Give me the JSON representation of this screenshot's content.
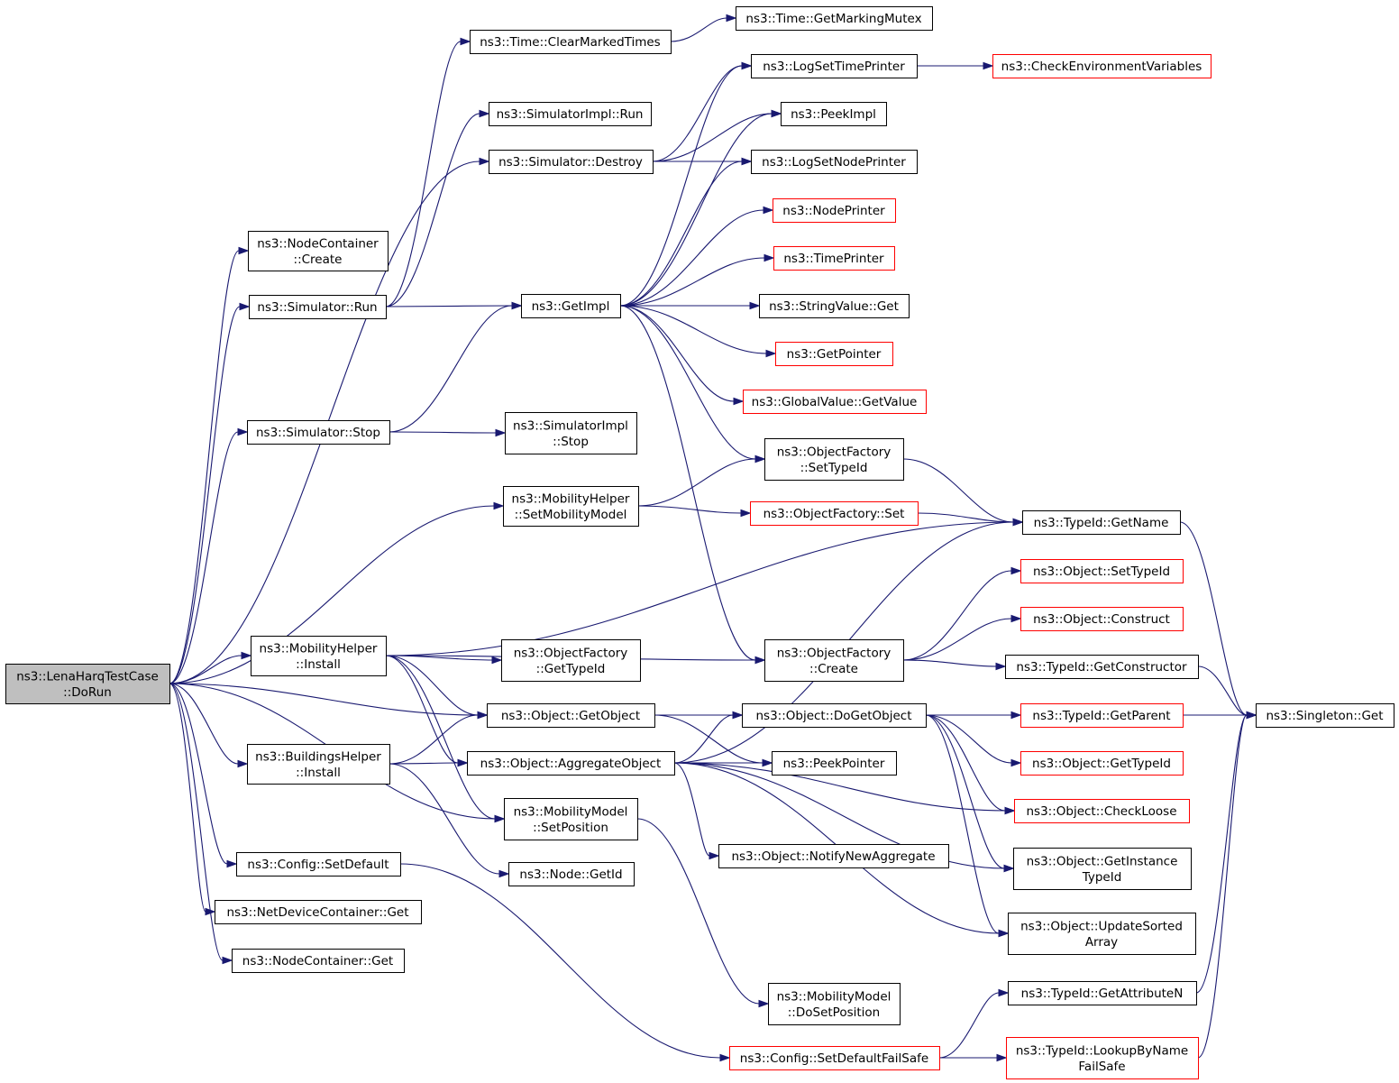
{
  "colors": {
    "edge": "#191970",
    "border_normal": "#000000",
    "border_truncated": "#ff0000",
    "root_fill": "#bfbfbf",
    "node_fill": "#ffffff"
  },
  "nodes": [
    {
      "id": "dorun",
      "lines": [
        "ns3::LenaHarqTestCase",
        "::DoRun"
      ],
      "root": true
    },
    {
      "id": "nc_create",
      "lines": [
        "ns3::NodeContainer",
        "::Create"
      ]
    },
    {
      "id": "sim_run",
      "lines": [
        "ns3::Simulator::Run"
      ]
    },
    {
      "id": "sim_stop",
      "lines": [
        "ns3::Simulator::Stop"
      ]
    },
    {
      "id": "mh_install",
      "lines": [
        "ns3::MobilityHelper",
        "::Install"
      ]
    },
    {
      "id": "bh_install",
      "lines": [
        "ns3::BuildingsHelper",
        "::Install"
      ]
    },
    {
      "id": "cfg_setdefault",
      "lines": [
        "ns3::Config::SetDefault"
      ]
    },
    {
      "id": "ndc_get",
      "lines": [
        "ns3::NetDeviceContainer::Get"
      ]
    },
    {
      "id": "nc_get",
      "lines": [
        "ns3::NodeContainer::Get"
      ]
    },
    {
      "id": "time_clear",
      "lines": [
        "ns3::Time::ClearMarkedTimes"
      ]
    },
    {
      "id": "simimpl_run",
      "lines": [
        "ns3::SimulatorImpl::Run"
      ]
    },
    {
      "id": "sim_destroy",
      "lines": [
        "ns3::Simulator::Destroy"
      ]
    },
    {
      "id": "getimpl",
      "lines": [
        "ns3::GetImpl"
      ]
    },
    {
      "id": "simimpl_stop",
      "lines": [
        "ns3::SimulatorImpl",
        "::Stop"
      ]
    },
    {
      "id": "mh_setmob",
      "lines": [
        "ns3::MobilityHelper",
        "::SetMobilityModel"
      ]
    },
    {
      "id": "of_gettypeid",
      "lines": [
        "ns3::ObjectFactory",
        "::GetTypeId"
      ]
    },
    {
      "id": "obj_getobject",
      "lines": [
        "ns3::Object::GetObject"
      ]
    },
    {
      "id": "obj_aggregate",
      "lines": [
        "ns3::Object::AggregateObject"
      ]
    },
    {
      "id": "mm_setpos",
      "lines": [
        "ns3::MobilityModel",
        "::SetPosition"
      ]
    },
    {
      "id": "node_getid",
      "lines": [
        "ns3::Node::GetId"
      ]
    },
    {
      "id": "time_getmutex",
      "lines": [
        "ns3::Time::GetMarkingMutex"
      ]
    },
    {
      "id": "log_settime",
      "lines": [
        "ns3::LogSetTimePrinter"
      ]
    },
    {
      "id": "peekimpl",
      "lines": [
        "ns3::PeekImpl"
      ]
    },
    {
      "id": "log_setnode",
      "lines": [
        "ns3::LogSetNodePrinter"
      ]
    },
    {
      "id": "nodeprinter",
      "lines": [
        "ns3::NodePrinter"
      ],
      "truncated": true
    },
    {
      "id": "timeprinter",
      "lines": [
        "ns3::TimePrinter"
      ],
      "truncated": true
    },
    {
      "id": "strval_get",
      "lines": [
        "ns3::StringValue::Get"
      ]
    },
    {
      "id": "getpointer",
      "lines": [
        "ns3::GetPointer"
      ],
      "truncated": true
    },
    {
      "id": "gv_getvalue",
      "lines": [
        "ns3::GlobalValue::GetValue"
      ],
      "truncated": true
    },
    {
      "id": "of_settypeid",
      "lines": [
        "ns3::ObjectFactory",
        "::SetTypeId"
      ]
    },
    {
      "id": "of_set",
      "lines": [
        "ns3::ObjectFactory::Set"
      ],
      "truncated": true
    },
    {
      "id": "of_create",
      "lines": [
        "ns3::ObjectFactory",
        "::Create"
      ]
    },
    {
      "id": "obj_dogetobject",
      "lines": [
        "ns3::Object::DoGetObject"
      ]
    },
    {
      "id": "peekpointer",
      "lines": [
        "ns3::PeekPointer"
      ]
    },
    {
      "id": "obj_notify",
      "lines": [
        "ns3::Object::NotifyNewAggregate"
      ]
    },
    {
      "id": "mm_dosetpos",
      "lines": [
        "ns3::MobilityModel",
        "::DoSetPosition"
      ]
    },
    {
      "id": "cfg_failsafe",
      "lines": [
        "ns3::Config::SetDefaultFailSafe"
      ],
      "truncated": true
    },
    {
      "id": "check_env",
      "lines": [
        "ns3::CheckEnvironmentVariables"
      ],
      "truncated": true
    },
    {
      "id": "tid_getname",
      "lines": [
        "ns3::TypeId::GetName"
      ]
    },
    {
      "id": "obj_settypeid",
      "lines": [
        "ns3::Object::SetTypeId"
      ],
      "truncated": true
    },
    {
      "id": "obj_construct",
      "lines": [
        "ns3::Object::Construct"
      ],
      "truncated": true
    },
    {
      "id": "tid_getctor",
      "lines": [
        "ns3::TypeId::GetConstructor"
      ]
    },
    {
      "id": "tid_getparent",
      "lines": [
        "ns3::TypeId::GetParent"
      ],
      "truncated": true
    },
    {
      "id": "obj_gettypeid",
      "lines": [
        "ns3::Object::GetTypeId"
      ],
      "truncated": true
    },
    {
      "id": "obj_checkloose",
      "lines": [
        "ns3::Object::CheckLoose"
      ],
      "truncated": true
    },
    {
      "id": "obj_getinst",
      "lines": [
        "ns3::Object::GetInstance",
        "TypeId"
      ]
    },
    {
      "id": "obj_updsorted",
      "lines": [
        "ns3::Object::UpdateSorted",
        "Array"
      ]
    },
    {
      "id": "tid_getattrn",
      "lines": [
        "ns3::TypeId::GetAttributeN"
      ]
    },
    {
      "id": "tid_lookup",
      "lines": [
        "ns3::TypeId::LookupByName",
        "FailSafe"
      ],
      "truncated": true
    },
    {
      "id": "singleton_get",
      "lines": [
        "ns3::Singleton::Get"
      ]
    }
  ],
  "edges": [
    [
      "dorun",
      "nc_create"
    ],
    [
      "dorun",
      "sim_run"
    ],
    [
      "dorun",
      "sim_destroy"
    ],
    [
      "dorun",
      "sim_stop"
    ],
    [
      "dorun",
      "mh_setmob"
    ],
    [
      "dorun",
      "mh_install"
    ],
    [
      "dorun",
      "obj_getobject"
    ],
    [
      "dorun",
      "bh_install"
    ],
    [
      "dorun",
      "mm_setpos"
    ],
    [
      "dorun",
      "cfg_setdefault"
    ],
    [
      "dorun",
      "ndc_get"
    ],
    [
      "dorun",
      "nc_get"
    ],
    [
      "sim_run",
      "time_clear"
    ],
    [
      "sim_run",
      "simimpl_run"
    ],
    [
      "sim_run",
      "getimpl"
    ],
    [
      "time_clear",
      "time_getmutex"
    ],
    [
      "sim_destroy",
      "log_settime"
    ],
    [
      "sim_destroy",
      "peekimpl"
    ],
    [
      "sim_destroy",
      "log_setnode"
    ],
    [
      "sim_stop",
      "getimpl"
    ],
    [
      "sim_stop",
      "simimpl_stop"
    ],
    [
      "getimpl",
      "log_settime"
    ],
    [
      "getimpl",
      "peekimpl"
    ],
    [
      "getimpl",
      "log_setnode"
    ],
    [
      "getimpl",
      "nodeprinter"
    ],
    [
      "getimpl",
      "timeprinter"
    ],
    [
      "getimpl",
      "strval_get"
    ],
    [
      "getimpl",
      "getpointer"
    ],
    [
      "getimpl",
      "gv_getvalue"
    ],
    [
      "getimpl",
      "of_settypeid"
    ],
    [
      "getimpl",
      "of_create"
    ],
    [
      "log_settime",
      "check_env"
    ],
    [
      "mh_setmob",
      "of_settypeid"
    ],
    [
      "mh_setmob",
      "of_set"
    ],
    [
      "of_settypeid",
      "tid_getname"
    ],
    [
      "of_set",
      "tid_getname"
    ],
    [
      "mh_install",
      "tid_getname"
    ],
    [
      "mh_install",
      "of_create"
    ],
    [
      "mh_install",
      "of_gettypeid"
    ],
    [
      "mh_install",
      "obj_getobject"
    ],
    [
      "mh_install",
      "obj_aggregate"
    ],
    [
      "mh_install",
      "mm_setpos"
    ],
    [
      "of_create",
      "obj_settypeid"
    ],
    [
      "of_create",
      "obj_construct"
    ],
    [
      "of_create",
      "tid_getctor"
    ],
    [
      "obj_getobject",
      "obj_dogetobject"
    ],
    [
      "obj_getobject",
      "peekpointer"
    ],
    [
      "bh_install",
      "obj_getobject"
    ],
    [
      "bh_install",
      "obj_aggregate"
    ],
    [
      "bh_install",
      "node_getid"
    ],
    [
      "obj_aggregate",
      "tid_getname"
    ],
    [
      "obj_aggregate",
      "obj_dogetobject"
    ],
    [
      "obj_aggregate",
      "peekpointer"
    ],
    [
      "obj_aggregate",
      "obj_checkloose"
    ],
    [
      "obj_aggregate",
      "obj_notify"
    ],
    [
      "obj_aggregate",
      "obj_getinst"
    ],
    [
      "obj_aggregate",
      "obj_updsorted"
    ],
    [
      "obj_dogetobject",
      "tid_getparent"
    ],
    [
      "obj_dogetobject",
      "obj_gettypeid"
    ],
    [
      "obj_dogetobject",
      "obj_checkloose"
    ],
    [
      "obj_dogetobject",
      "obj_getinst"
    ],
    [
      "obj_dogetobject",
      "obj_updsorted"
    ],
    [
      "mm_setpos",
      "mm_dosetpos"
    ],
    [
      "cfg_setdefault",
      "cfg_failsafe"
    ],
    [
      "cfg_failsafe",
      "tid_getattrn"
    ],
    [
      "cfg_failsafe",
      "tid_lookup"
    ],
    [
      "tid_getname",
      "singleton_get"
    ],
    [
      "tid_getctor",
      "singleton_get"
    ],
    [
      "tid_getparent",
      "singleton_get"
    ],
    [
      "tid_getattrn",
      "singleton_get"
    ],
    [
      "tid_lookup",
      "singleton_get"
    ]
  ]
}
